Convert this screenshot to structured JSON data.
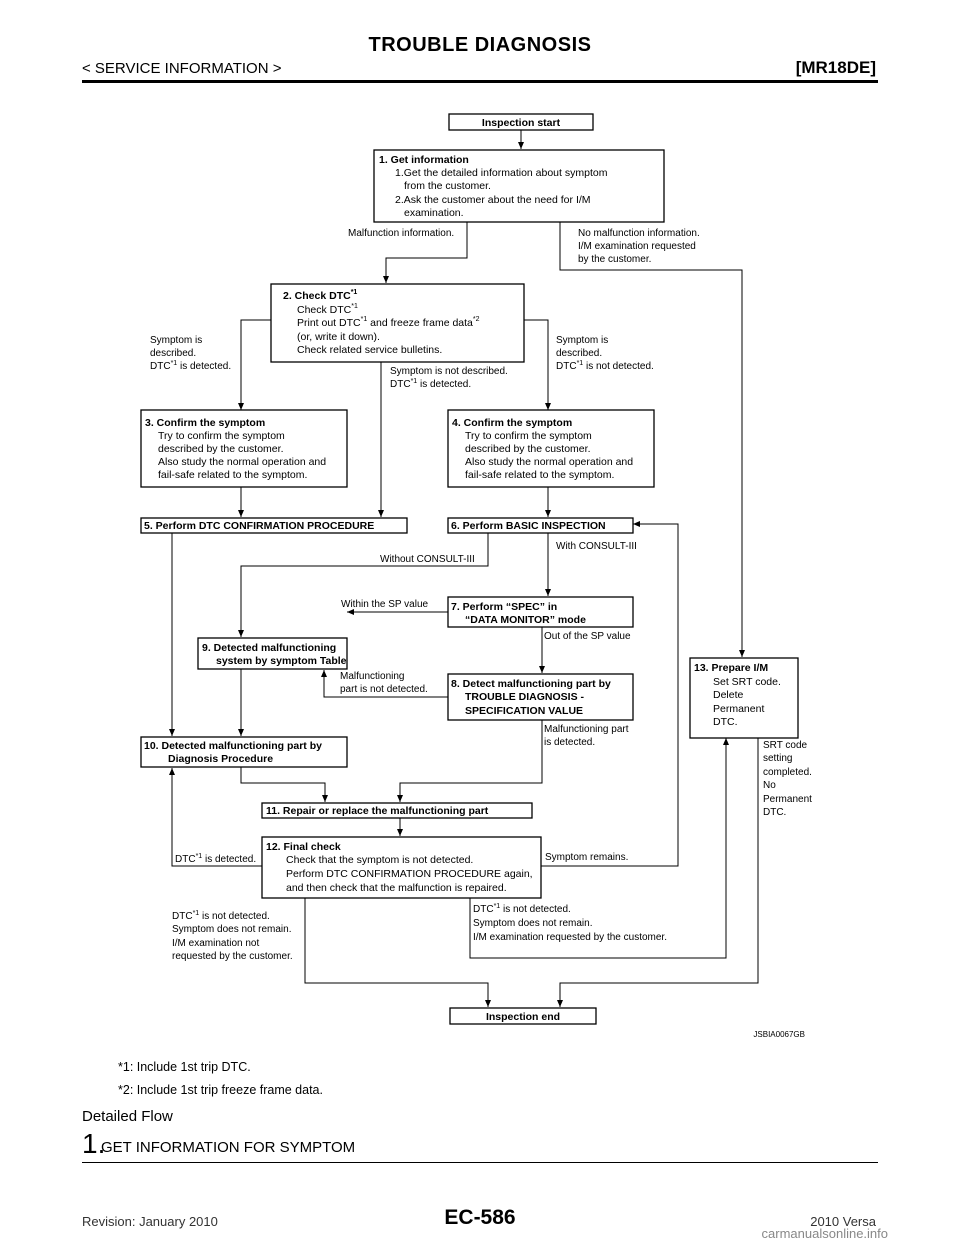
{
  "header": {
    "title": "TROUBLE DIAGNOSIS",
    "section": "< SERVICE INFORMATION >",
    "engine": "[MR18DE]"
  },
  "flow": {
    "start": "Inspection start",
    "b1_title": "1. Get information",
    "b1_l1": "1.Get the detailed information about symptom",
    "b1_l2": "from the customer.",
    "b1_l3": "2.Ask the customer about the need for I/M",
    "b1_l4": "examination.",
    "lbl_malfunction": "Malfunction information.",
    "lbl_nomal_1": "No malfunction information.",
    "lbl_nomal_2": "I/M examination requested",
    "lbl_nomal_3": "by the customer.",
    "b2_title": "2. Check DTC",
    "b2_l1": "Check DTC",
    "b2_l2a": "Print out DTC",
    "b2_l2b": " and freeze frame data",
    "b2_l3": "(or, write it down).",
    "b2_l4": "Check related service bulletins.",
    "sup1": "*1",
    "sup2": "*2",
    "lbl_left_1": "Symptom is",
    "lbl_left_2": "described.",
    "lbl_left_3": "DTC",
    "lbl_left_3b": " is detected.",
    "lbl_mid_1": "Symptom is not described.",
    "lbl_mid_2": "DTC",
    "lbl_mid_2b": " is detected.",
    "lbl_right_1": "Symptom is",
    "lbl_right_2": "described.",
    "lbl_right_3": "DTC",
    "lbl_right_3b": " is not detected.",
    "b3_title": "3. Confirm the symptom",
    "b3_l1": "Try to confirm the symptom",
    "b3_l2": "described by the customer.",
    "b3_l3": "Also study the normal operation and",
    "b3_l4": "fail-safe related to the symptom.",
    "b4_title": "4. Confirm the symptom",
    "b4_l1": "Try to confirm the symptom",
    "b4_l2": "described by the customer.",
    "b4_l3": "Also study the normal operation and",
    "b4_l4": "fail-safe related to the symptom.",
    "b5_title": "5. Perform DTC CONFIRMATION PROCEDURE",
    "b6_title": "6. Perform BASIC INSPECTION",
    "lbl_without": "Without CONSULT-III",
    "lbl_with": "With CONSULT-III",
    "lbl_within": "Within the SP value",
    "b7_l1": "7. Perform “SPEC” in",
    "b7_l2": "“DATA MONITOR” mode",
    "lbl_outsp": "Out of the SP value",
    "b9_l1": "9. Detected malfunctioning",
    "b9_l2": "system by symptom Table",
    "lbl_partnot_1": "Malfunctioning",
    "lbl_partnot_2": "part is not detected.",
    "b8_l1": "8. Detect malfunctioning part by",
    "b8_l2": "TROUBLE DIAGNOSIS -",
    "b8_l3": "SPECIFICATION VALUE",
    "lbl_partdet_1": "Malfunctioning part",
    "lbl_partdet_2": "is detected.",
    "b13_title": "13. Prepare I/M",
    "b13_l1": "Set SRT code.",
    "b13_l2": "Delete",
    "b13_l3": "Permanent",
    "b13_l4": "DTC.",
    "lbl_srt_1": "SRT code",
    "lbl_srt_2": "setting",
    "lbl_srt_3": "completed.",
    "lbl_srt_4": "No",
    "lbl_srt_5": "Permanent",
    "lbl_srt_6": "DTC.",
    "b10_l1": "10. Detected malfunctioning part by",
    "b10_l2": "Diagnosis Procedure",
    "b11_title": "11. Repair or replace the malfunctioning part",
    "b12_title": "12. Final check",
    "b12_l1": "Check that the symptom is not detected.",
    "b12_l2": "Perform DTC CONFIRMATION PROCEDURE again,",
    "b12_l3": "and then check that the malfunction is repaired.",
    "lbl_dtcdet_a": "DTC",
    "lbl_dtcdet_b": " is detected.",
    "lbl_remains": "Symptom remains.",
    "lbl_bl_1a": "DTC",
    "lbl_bl_1b": " is not detected.",
    "lbl_bl_2": "Symptom does not remain.",
    "lbl_bl_3": "I/M examination not",
    "lbl_bl_4": "requested by the customer.",
    "lbl_br_1a": "DTC",
    "lbl_br_1b": " is not detected.",
    "lbl_br_2": "Symptom does not remain.",
    "lbl_br_3": "I/M examination requested by the customer.",
    "end": "Inspection end",
    "ref_code": "JSBIA0067GB"
  },
  "notes": {
    "n1": "*1: Include 1st trip DTC.",
    "n2": "*2: Include 1st trip freeze frame data."
  },
  "detailed_flow": "Detailed Flow",
  "step": {
    "number": "1.",
    "title": "GET INFORMATION FOR SYMPTOM"
  },
  "footer": {
    "revision": "Revision: January 2010",
    "page": "EC-586",
    "model": "2010 Versa"
  },
  "watermark": "carmanualsonline.info"
}
